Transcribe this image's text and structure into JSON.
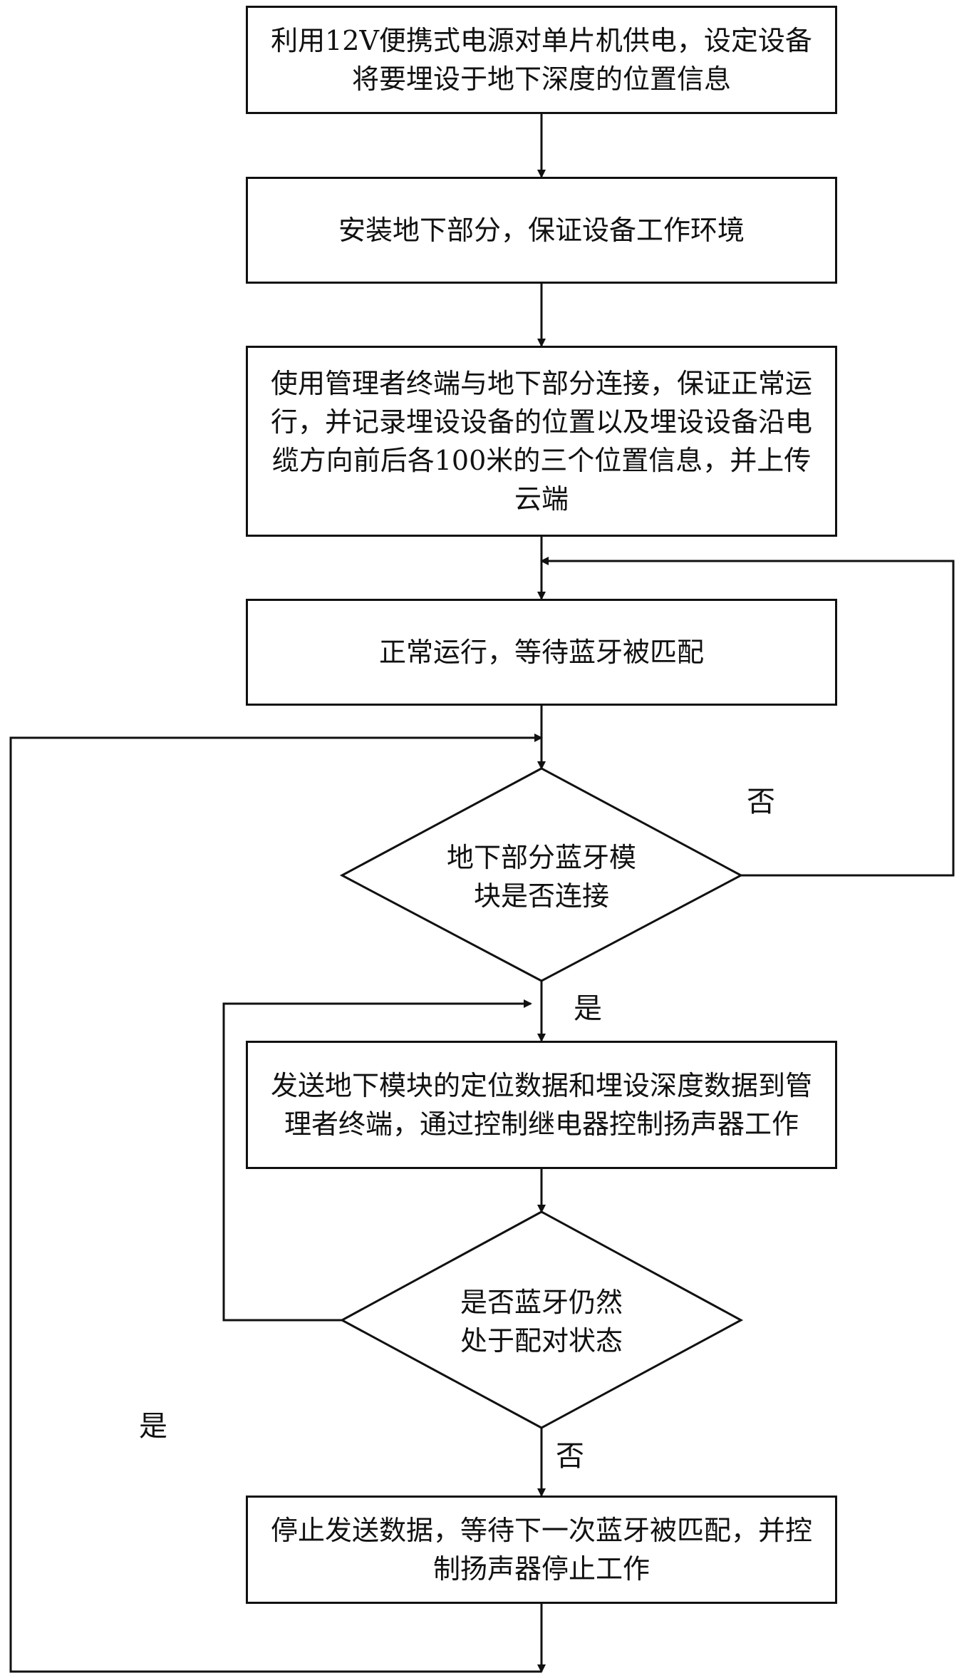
{
  "steps": [
    {
      "text": "利用12V便携式电源对单片机供电，设定设备将要埋设于地下深度的位置信息"
    },
    {
      "text": "安装地下部分，保证设备工作环境"
    },
    {
      "text": "使用管理者终端与地下部分连接，保证正常运行，并记录埋设设备的位置以及埋设设备沿电缆方向前后各100米的三个位置信息，并上传云端"
    },
    {
      "text": "正常运行，等待蓝牙被匹配"
    },
    {
      "text": "发送地下模块的定位数据和埋设深度数据到管理者终端，通过控制继电器控制扬声器工作"
    },
    {
      "text": "停止发送数据，等待下一次蓝牙被匹配，并控制扬声器停止工作"
    }
  ],
  "decisions": [
    {
      "text": "地下部分蓝牙模块是否连接"
    },
    {
      "text": "是否蓝牙仍然处于配对状态"
    }
  ],
  "labels": {
    "d1_no": "否",
    "d1_yes": "是",
    "d2_no": "否",
    "d2_yes": "是"
  },
  "colors": {
    "line": "#111111",
    "background": "#ffffff"
  }
}
